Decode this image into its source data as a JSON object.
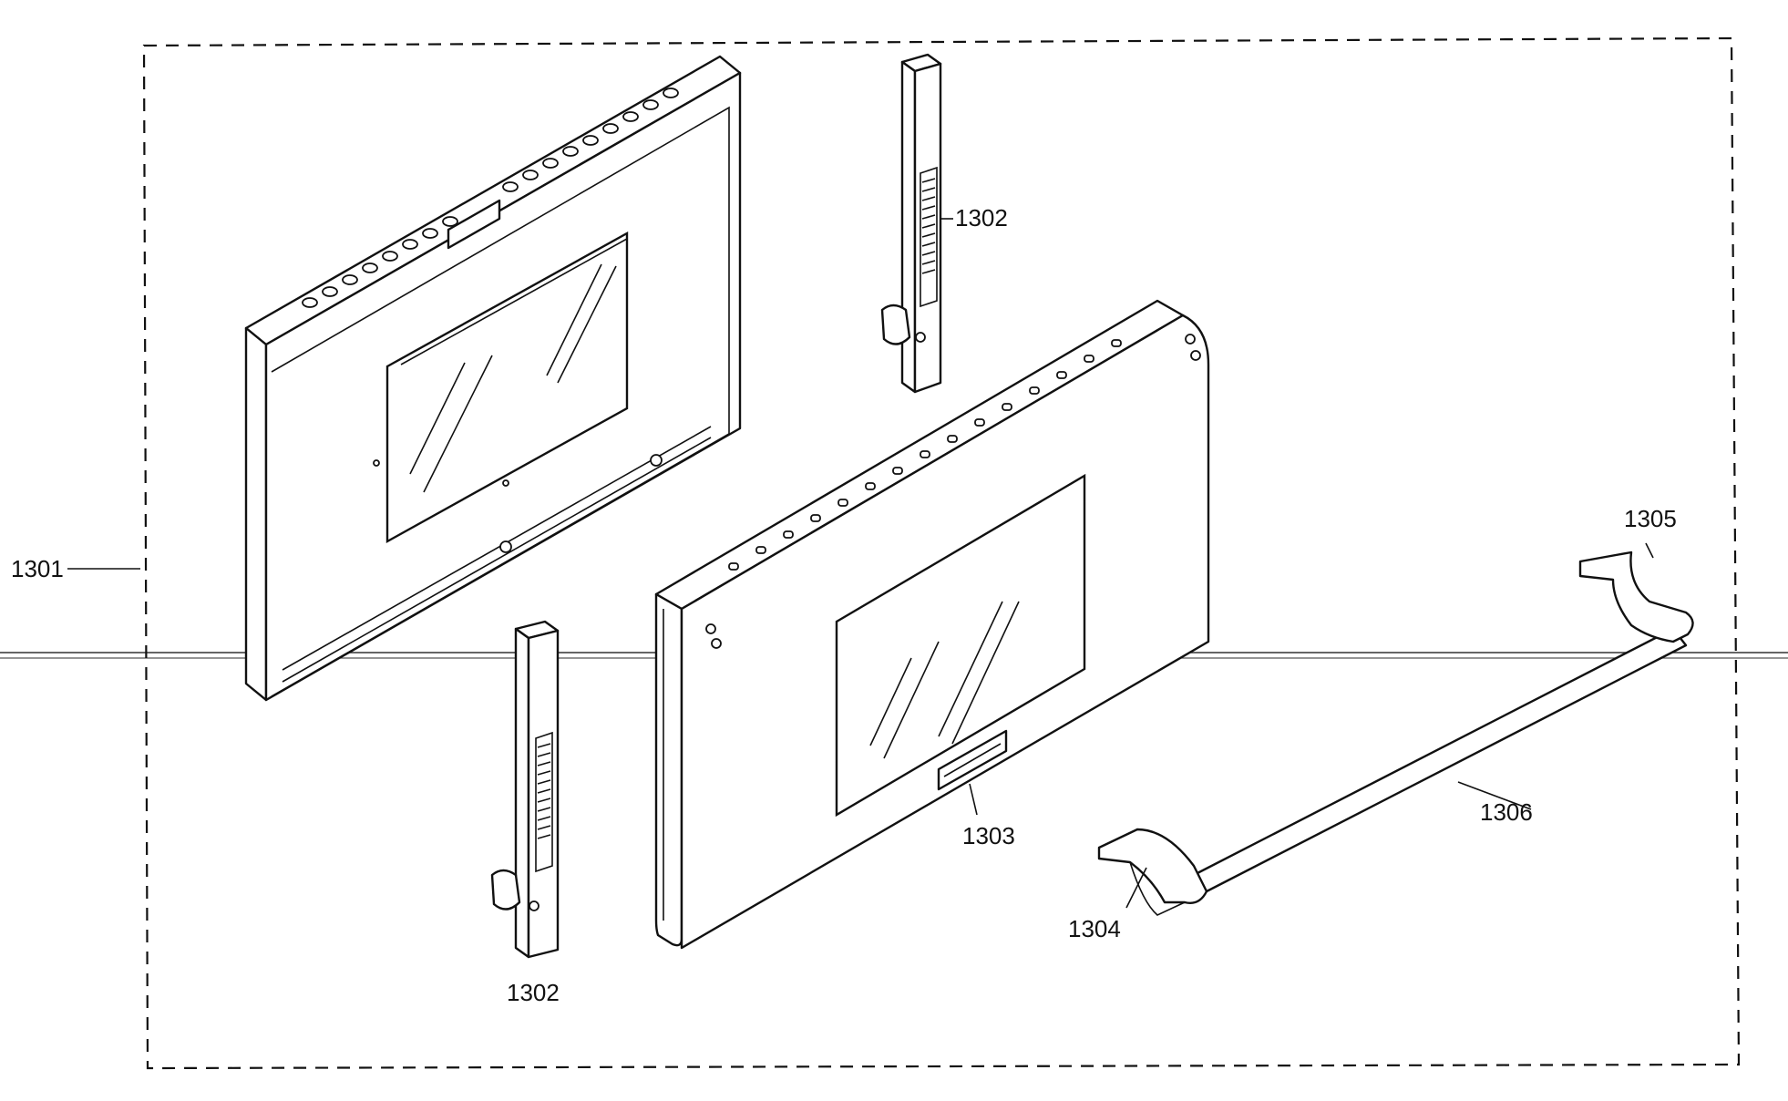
{
  "labels": {
    "frame": "1301",
    "hinge_top": "1302",
    "hinge_bottom": "1302",
    "outer_door": "1303",
    "end_cap_left": "1304",
    "end_cap_right": "1305",
    "handle_bar": "1306"
  }
}
